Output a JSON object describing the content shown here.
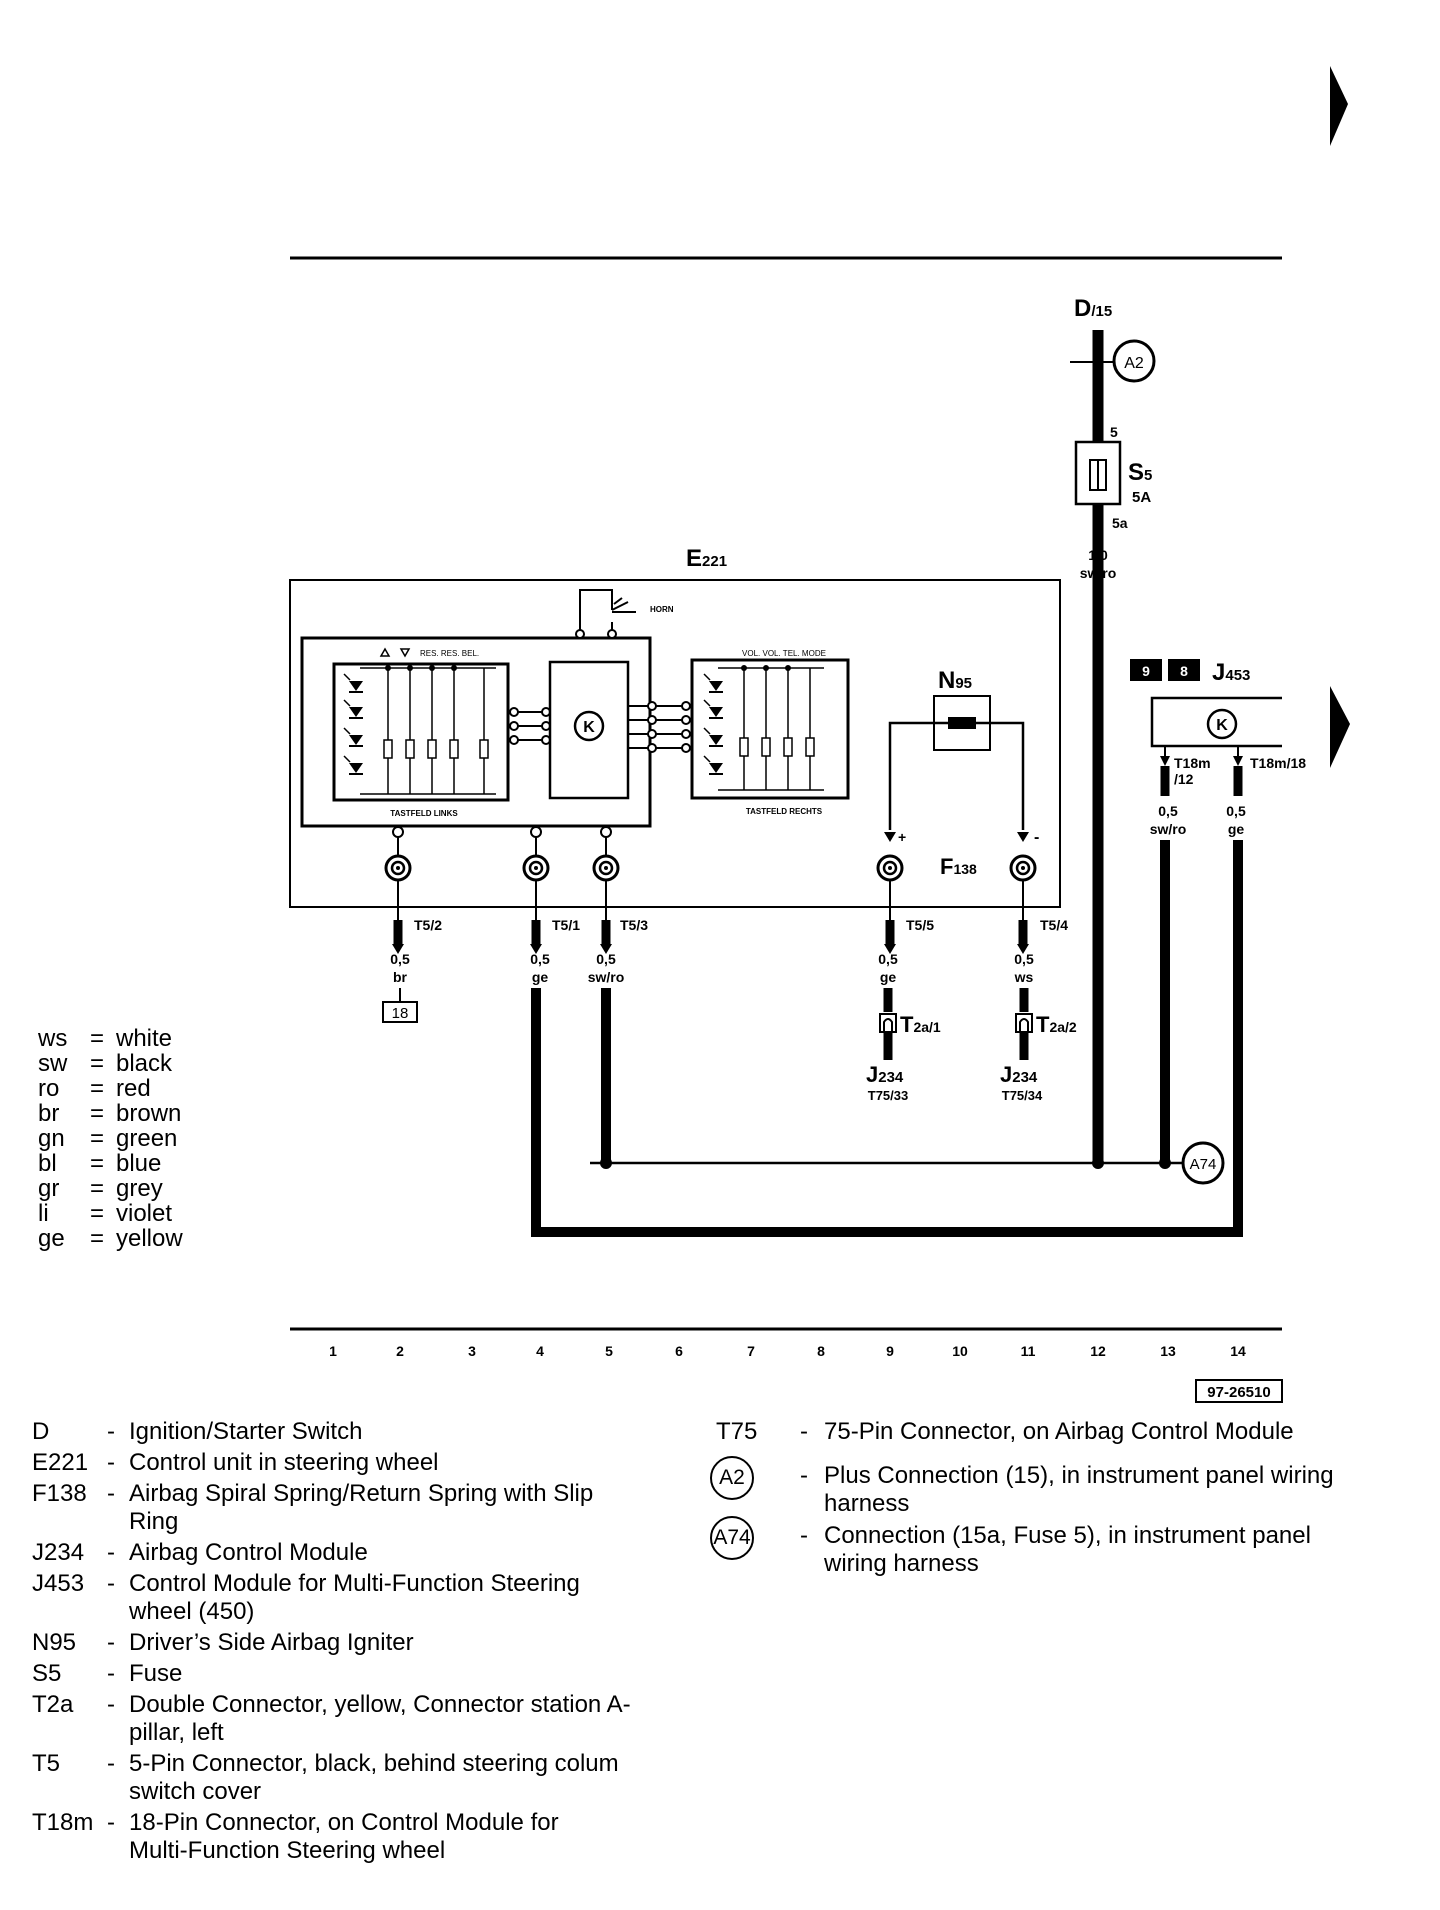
{
  "diagram_ref": "97-26510",
  "components": {
    "ignition": {
      "code": "D",
      "sub": "/15"
    },
    "fuse": {
      "code": "S",
      "sub": "5",
      "rating": "5A",
      "pin_in": "5",
      "pin_out": "5a"
    },
    "control_unit": {
      "code": "E",
      "sub": "221"
    },
    "igniter": {
      "code": "N",
      "sub": "95"
    },
    "spiral": {
      "code": "F",
      "sub": "138"
    },
    "mfsw_module": {
      "code": "J",
      "sub": "453",
      "pins": [
        "9",
        "8"
      ]
    },
    "airbag_module_a": {
      "code": "J",
      "sub": "234",
      "pin": "T75/33"
    },
    "airbag_module_b": {
      "code": "J",
      "sub": "234",
      "pin": "T75/34"
    },
    "conn_a": {
      "code": "T",
      "sub": "2a/1"
    },
    "conn_b": {
      "code": "T",
      "sub": "2a/2"
    }
  },
  "inner_labels": {
    "horn": "HORN",
    "left_pad": "TASTFELD LINKS",
    "right_pad": "TASTFELD RECHTS",
    "left_keys": "RES. RES.   BEL.",
    "right_keys": "VOL. VOL. TEL. MODE",
    "k_symbol": "K",
    "plus": "+",
    "minus": "-"
  },
  "wires": {
    "s5_wire": {
      "size": "1,0",
      "color": "sw/ro"
    },
    "t5_2": {
      "pin": "T5/2",
      "size": "0,5",
      "color": "br",
      "ref": "18"
    },
    "t5_1": {
      "pin": "T5/1",
      "size": "0,5",
      "color": "ge"
    },
    "t5_3": {
      "pin": "T5/3",
      "size": "0,5",
      "color": "sw/ro"
    },
    "t5_5": {
      "pin": "T5/5",
      "size": "0,5",
      "color": "ge"
    },
    "t5_4": {
      "pin": "T5/4",
      "size": "0,5",
      "color": "ws"
    },
    "t18_12": {
      "pin": "T18m",
      "pin2": "/12",
      "size": "0,5",
      "color": "sw/ro"
    },
    "t18_18": {
      "pin": "T18m/18",
      "size": "0,5",
      "color": "ge"
    }
  },
  "ground_refs": {
    "a2": "A2",
    "a74": "A74"
  },
  "tracks": [
    "1",
    "2",
    "3",
    "4",
    "5",
    "6",
    "7",
    "8",
    "9",
    "10",
    "11",
    "12",
    "13",
    "14"
  ],
  "color_legend": [
    {
      "code": "ws",
      "name": "white"
    },
    {
      "code": "sw",
      "name": "black"
    },
    {
      "code": "ro",
      "name": "red"
    },
    {
      "code": "br",
      "name": "brown"
    },
    {
      "code": "gn",
      "name": "green"
    },
    {
      "code": "bl",
      "name": "blue"
    },
    {
      "code": "gr",
      "name": "grey"
    },
    {
      "code": "li",
      "name": "violet"
    },
    {
      "code": "ge",
      "name": "yellow"
    }
  ],
  "key_left": [
    {
      "code": "D",
      "desc": "Ignition/Starter Switch"
    },
    {
      "code": "E221",
      "desc": "Control unit in steering wheel"
    },
    {
      "code": "F138",
      "desc": "Airbag Spiral Spring/Return Spring with Slip Ring"
    },
    {
      "code": "J234",
      "desc": "Airbag Control Module"
    },
    {
      "code": "J453",
      "desc": "Control Module for Multi-Function Steering wheel (450)"
    },
    {
      "code": "N95",
      "desc": "Driver’s Side Airbag Igniter"
    },
    {
      "code": "S5",
      "desc": "Fuse"
    },
    {
      "code": "T2a",
      "desc": "Double Connector, yellow, Connector station A-pillar, left"
    },
    {
      "code": "T5",
      "desc": "5-Pin Connector, black, behind steering colum switch cover"
    },
    {
      "code": "T18m",
      "desc": "18-Pin Connector, on Control Module for Multi-Function Steering wheel"
    }
  ],
  "key_right": [
    {
      "code": "T75",
      "desc": "75-Pin Connector, on Airbag Control Module",
      "circled": false
    },
    {
      "code": "A2",
      "desc": "Plus Connection (15), in instrument panel wiring harness",
      "circled": true
    },
    {
      "code": "A74",
      "desc": "Connection (15a, Fuse 5), in instrument panel wiring harness",
      "circled": true
    }
  ]
}
